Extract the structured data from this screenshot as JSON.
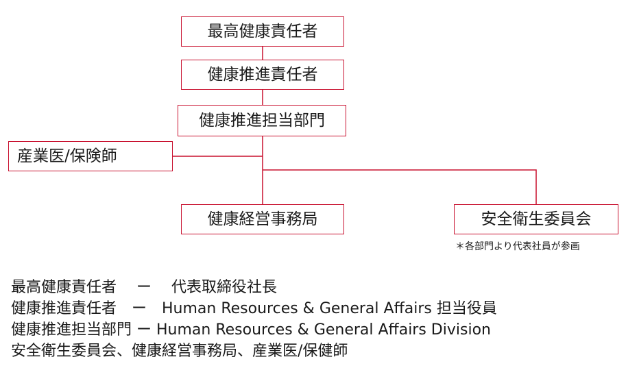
{
  "diagram": {
    "nodes": {
      "top_exec": "最高健康責任者",
      "promo_exec": "健康推進責任者",
      "promo_dept": "健康推進担当部門",
      "physician": "産業医/保険師",
      "secretariat": "健康経営事務局",
      "committee": "安全衛生委員会"
    },
    "committee_note": "＊各部門より代表社員が参画",
    "accent_color": "#c8102e",
    "line_color": "#c8102e"
  },
  "legend": [
    "最高健康責任者　 ー　 代表取締役社長",
    "健康推進責任者　ー　Human Resources & General Affairs 担当役員",
    "健康推進担当部門 ー Human Resources & General Affairs Division",
    "安全衛生委員会、健康経営事務局、産業医/保健師"
  ]
}
